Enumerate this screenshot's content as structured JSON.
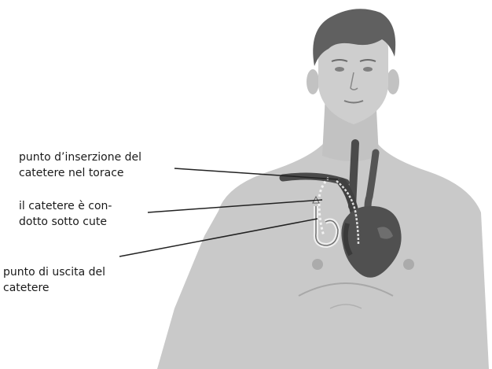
{
  "labels": {
    "insertion_point": {
      "line1": "punto d’inserzione del",
      "line2": "catetere nel torace"
    },
    "tunneled": {
      "line1": "il catetere è con-",
      "line2": "dotto sotto cute"
    },
    "exit_point": {
      "line1": "punto di uscita del",
      "line2": "catetere"
    }
  }
}
